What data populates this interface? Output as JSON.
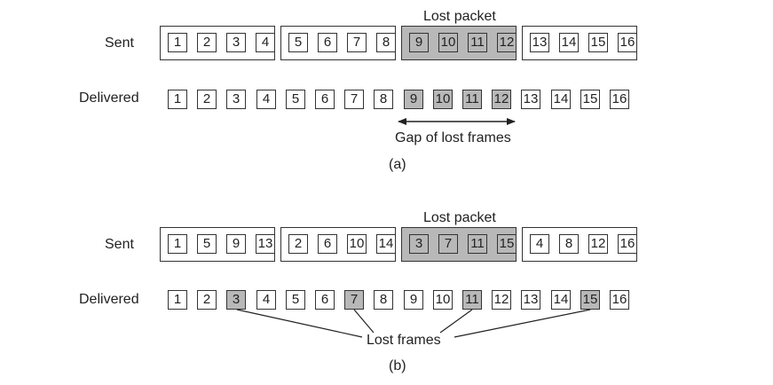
{
  "panel_a": {
    "caption": "(a)",
    "sent_label": "Sent",
    "delivered_label": "Delivered",
    "lost_packet_label": "Lost packet",
    "gap_label": "Gap of lost frames",
    "packets": [
      {
        "frames": [
          "1",
          "2",
          "3",
          "4"
        ],
        "lost": false
      },
      {
        "frames": [
          "5",
          "6",
          "7",
          "8"
        ],
        "lost": false
      },
      {
        "frames": [
          "9",
          "10",
          "11",
          "12"
        ],
        "lost": true
      },
      {
        "frames": [
          "13",
          "14",
          "15",
          "16"
        ],
        "lost": false
      }
    ],
    "delivered": [
      "1",
      "2",
      "3",
      "4",
      "5",
      "6",
      "7",
      "8",
      "9",
      "10",
      "11",
      "12",
      "13",
      "14",
      "15",
      "16"
    ],
    "delivered_lost": [
      "9",
      "10",
      "11",
      "12"
    ]
  },
  "panel_b": {
    "caption": "(b)",
    "sent_label": "Sent",
    "delivered_label": "Delivered",
    "lost_packet_label": "Lost packet",
    "lost_frames_label": "Lost frames",
    "packets": [
      {
        "frames": [
          "1",
          "5",
          "9",
          "13"
        ],
        "lost": false
      },
      {
        "frames": [
          "2",
          "6",
          "10",
          "14"
        ],
        "lost": false
      },
      {
        "frames": [
          "3",
          "7",
          "11",
          "15"
        ],
        "lost": true
      },
      {
        "frames": [
          "4",
          "8",
          "12",
          "16"
        ],
        "lost": false
      }
    ],
    "delivered": [
      "1",
      "2",
      "3",
      "4",
      "5",
      "6",
      "7",
      "8",
      "9",
      "10",
      "11",
      "12",
      "13",
      "14",
      "15",
      "16"
    ],
    "delivered_lost": [
      "3",
      "7",
      "11",
      "15"
    ]
  }
}
